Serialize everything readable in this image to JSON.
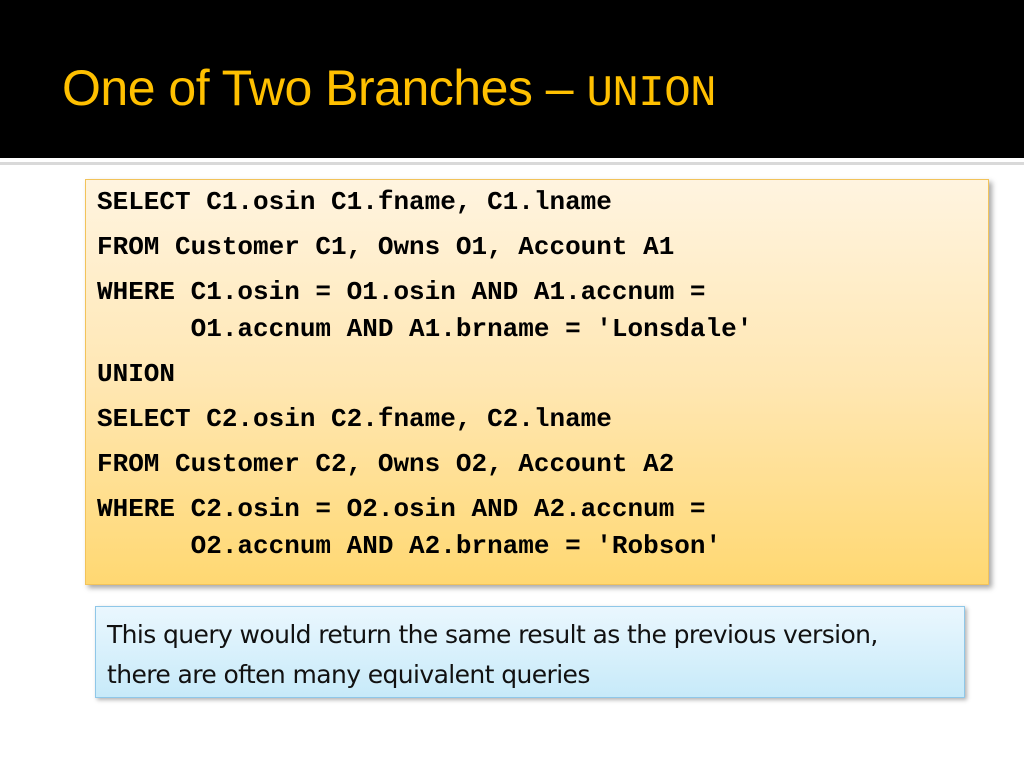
{
  "slide": {
    "title_prefix": "One of Two Branches – ",
    "title_code": "UNION"
  },
  "code_block": {
    "lines": [
      "SELECT C1.osin C1.fname, C1.lname",
      "FROM Customer C1, Owns O1, Account A1",
      "WHERE C1.osin = O1.osin AND A1.accnum =",
      "      O1.accnum AND A1.brname = 'Lonsdale'",
      "UNION",
      "SELECT C2.osin C2.fname, C2.lname",
      "FROM Customer C2, Owns O2, Account A2",
      "WHERE C2.osin = O2.osin AND A2.accnum =",
      "      O2.accnum AND A2.brname = 'Robson'"
    ]
  },
  "note": {
    "text": "This query would return the same result as the previous version, there are often many equivalent queries"
  },
  "colors": {
    "title": "#ffc000",
    "header_background": "#000000",
    "code_box_top": "#fff4e0",
    "code_box_bottom": "#ffd872",
    "note_box_top": "#eaf7fe",
    "note_box_bottom": "#c7eaf9"
  }
}
